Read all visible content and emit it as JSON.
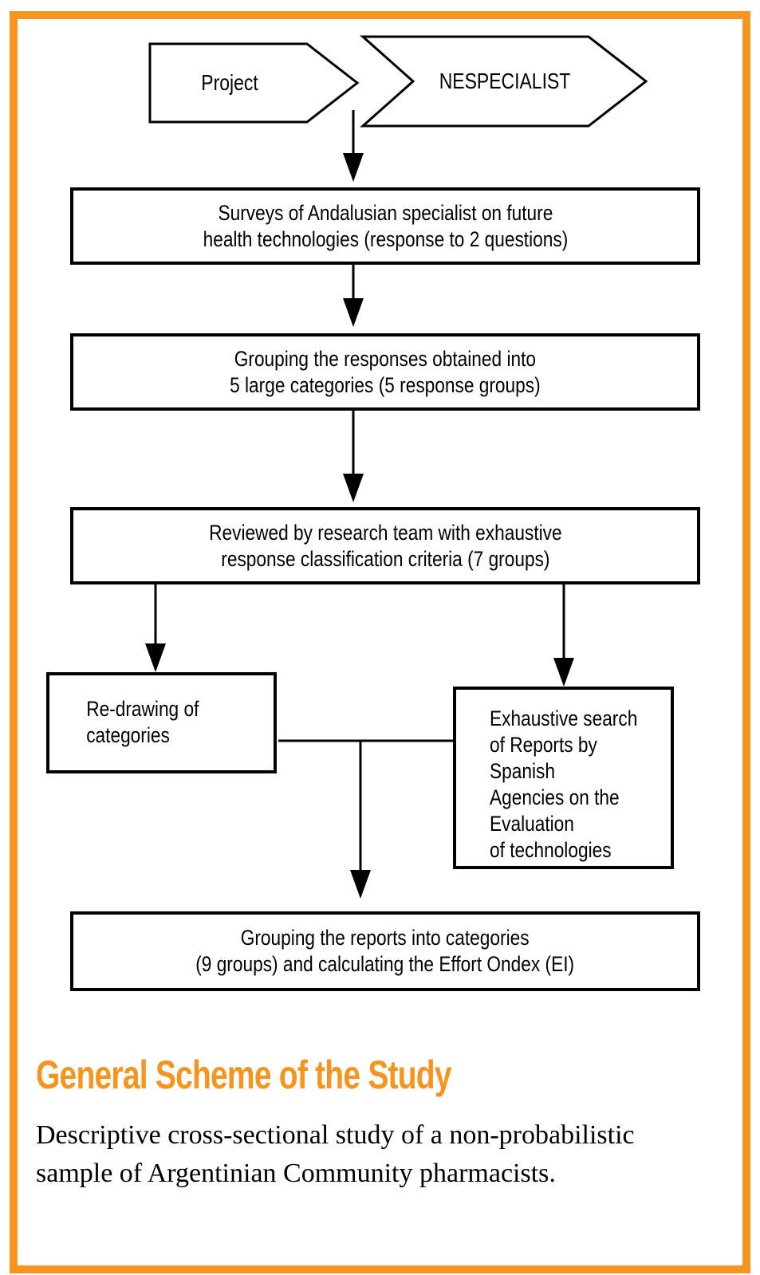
{
  "accent": {
    "orange": "#F7941E",
    "line_black": "#000000",
    "background": "#FFFFFF"
  },
  "banners": {
    "project_label": "Project",
    "specialist_label": "NESPECIALIST"
  },
  "flowchart": {
    "surveys_box": {
      "lines": [
        "Surveys of Andalusian specialist on future",
        "health technologies (response to 2 questions)"
      ]
    },
    "grouping_responses_box": {
      "lines": [
        "Grouping the responses obtained into",
        "5 large categories (5 response groups)"
      ]
    },
    "review_box": {
      "lines": [
        "Reviewed by research team with exhaustive",
        "response classification criteria (7 groups)"
      ]
    },
    "redrawing_box": {
      "lines": [
        "Re-drawing of",
        "categories"
      ]
    },
    "search_reports_box": {
      "lines": [
        "Exhaustive search",
        "of Reports by",
        "Spanish",
        "Agencies on the",
        "Evaluation",
        "of technologies"
      ]
    },
    "grouping_reports_box": {
      "lines": [
        "Grouping the reports into categories",
        "(9 groups) and calculating the Effort Ondex (EI)"
      ]
    }
  },
  "section": {
    "heading": "General Scheme of the Study",
    "caption_lines": [
      "Descriptive cross-sectional study of a non-probabilistic",
      "sample of Argentinian Community pharmacists."
    ]
  }
}
